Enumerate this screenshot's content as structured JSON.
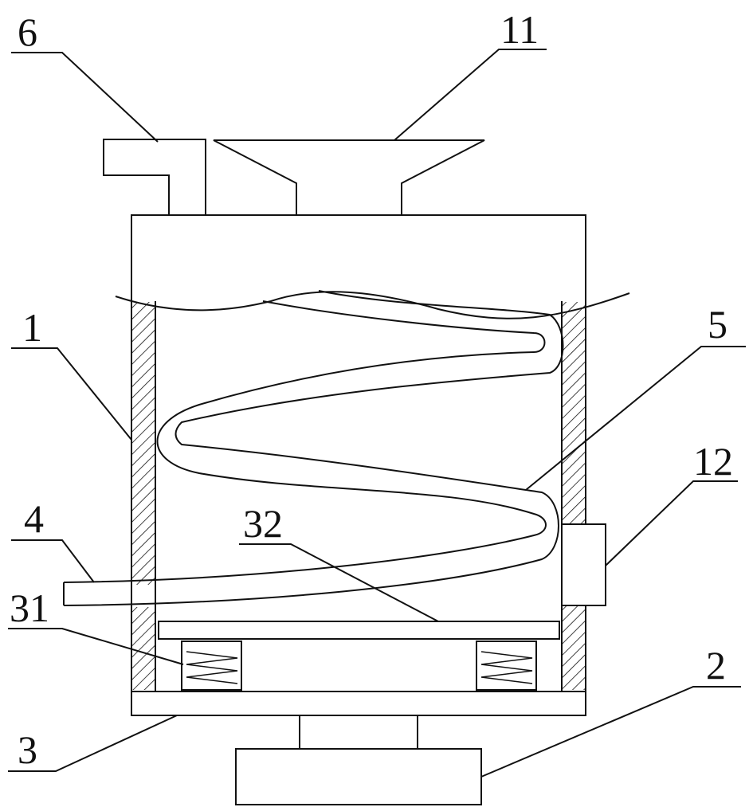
{
  "labels": {
    "l1": "1",
    "l2": "2",
    "l3": "3",
    "l4": "4",
    "l5": "5",
    "l6": "6",
    "l11": "11",
    "l12": "12",
    "l31": "31",
    "l32": "32"
  }
}
